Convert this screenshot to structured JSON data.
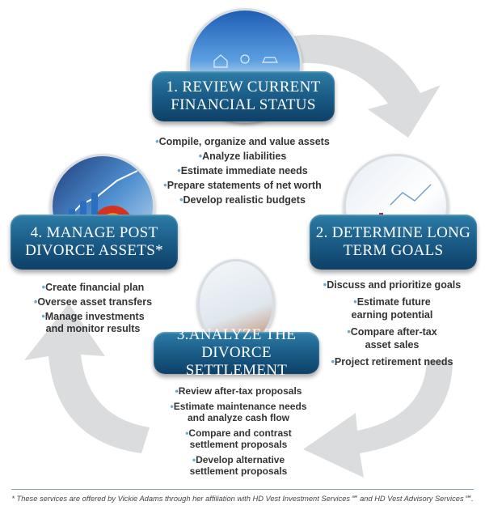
{
  "steps": [
    {
      "title_line1": "1. REVIEW CURRENT",
      "title_line2": "FINANCIAL STATUS",
      "bullets": [
        "Compile, organize and value assets",
        "Analyze liabilities",
        "Estimate immediate needs",
        "Prepare statements of net worth",
        "Develop realistic budgets"
      ]
    },
    {
      "title_line1": "2. DETERMINE LONG",
      "title_line2": "TERM GOALS",
      "bullets": [
        "Discuss and prioritize goals",
        "Estimate future",
        "earning potential",
        "Compare after-tax",
        "asset sales",
        "Project retirement needs"
      ]
    },
    {
      "title_line1": "3.ANALYZE THE DIVORCE",
      "title_line2": "SETTLEMENT",
      "bullets": [
        "Review after-tax proposals",
        "Estimate maintenance needs",
        "and analyze cash flow",
        "Compare and contrast",
        "settlement proposals",
        "Develop alternative",
        "settlement proposals"
      ]
    },
    {
      "title_line1": "4. MANAGE POST",
      "title_line2": "DIVORCE ASSETS*",
      "bullets": [
        "Create financial plan",
        "Oversee asset transfers",
        "Manage investments",
        "and monitor results"
      ]
    }
  ],
  "footer": "* These services are offered by Vickie Adams through her affiliation with HD Vest Investment Services℠ and HD Vest Advisory Services℠.",
  "colors": {
    "box": "#1b5f8a",
    "arrow": "#d9dbdc",
    "bullet": "#6aa9c9"
  }
}
